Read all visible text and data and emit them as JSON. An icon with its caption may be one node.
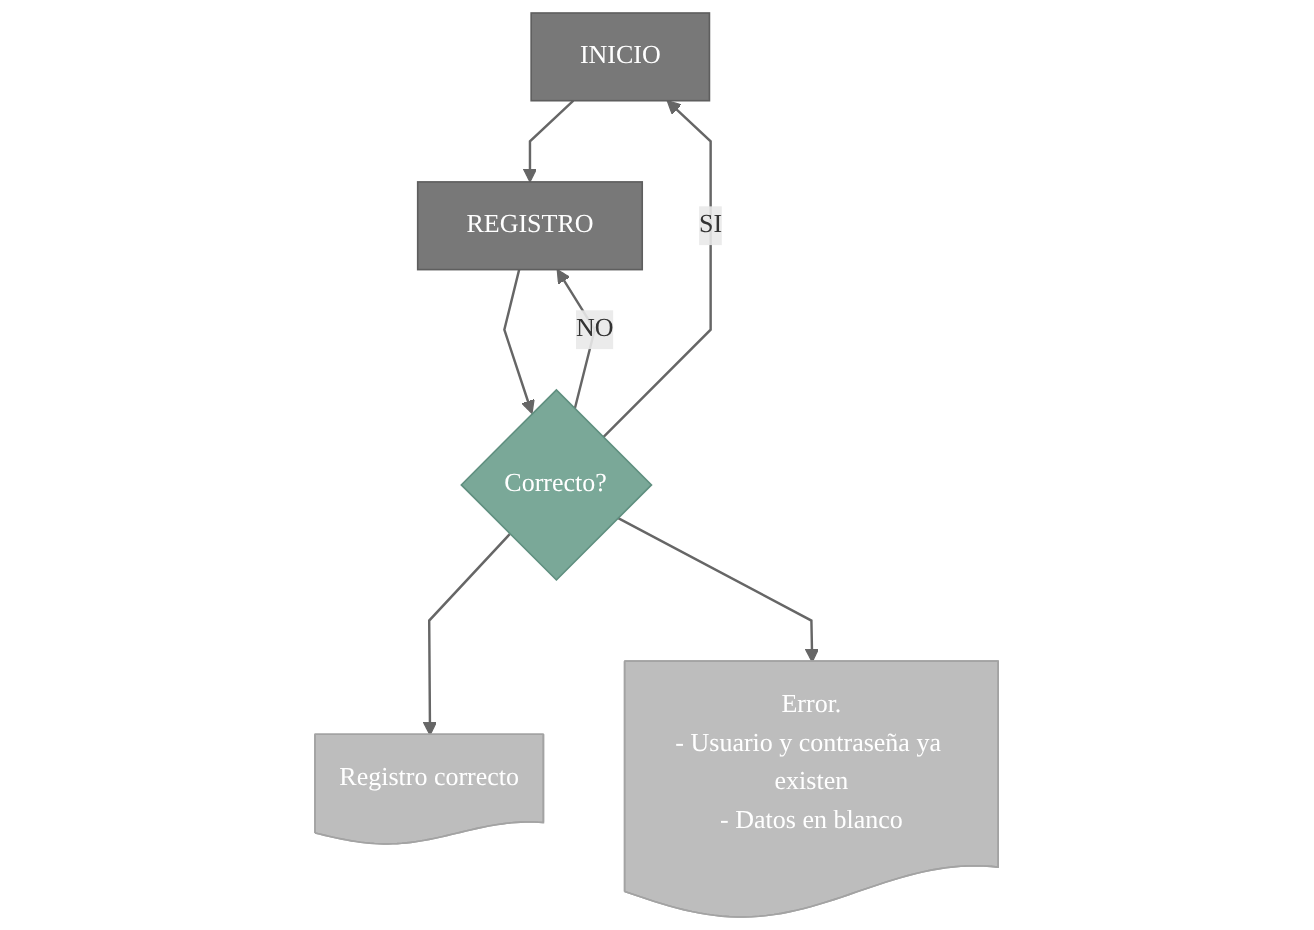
{
  "diagram": {
    "nodes": [
      {
        "text": [
          "INICIO"
        ]
      },
      {
        "text": [
          "Registro correcto"
        ]
      },
      {
        "text": [
          "REGISTRO"
        ]
      },
      {
        "text": [
          "Error.",
          "- Usuario y contraseña ya existen",
          "- Datos en blanco"
        ]
      },
      {
        "text": [
          "Correcto?"
        ]
      }
    ],
    "edges": [
      {
        "from": 0,
        "to": 2,
        "arrow": "to"
      },
      {
        "from": 2,
        "to": 4,
        "arrow": "to"
      },
      {
        "from": 4,
        "to": 0,
        "arrow": "to",
        "label": "SI"
      },
      {
        "from": 4,
        "to": 1,
        "arrow": "to"
      },
      {
        "from": 4,
        "to": 2,
        "arrow": "to",
        "label": "NO"
      },
      {
        "from": 4,
        "to": 3,
        "arrow": "to"
      }
    ]
  }
}
